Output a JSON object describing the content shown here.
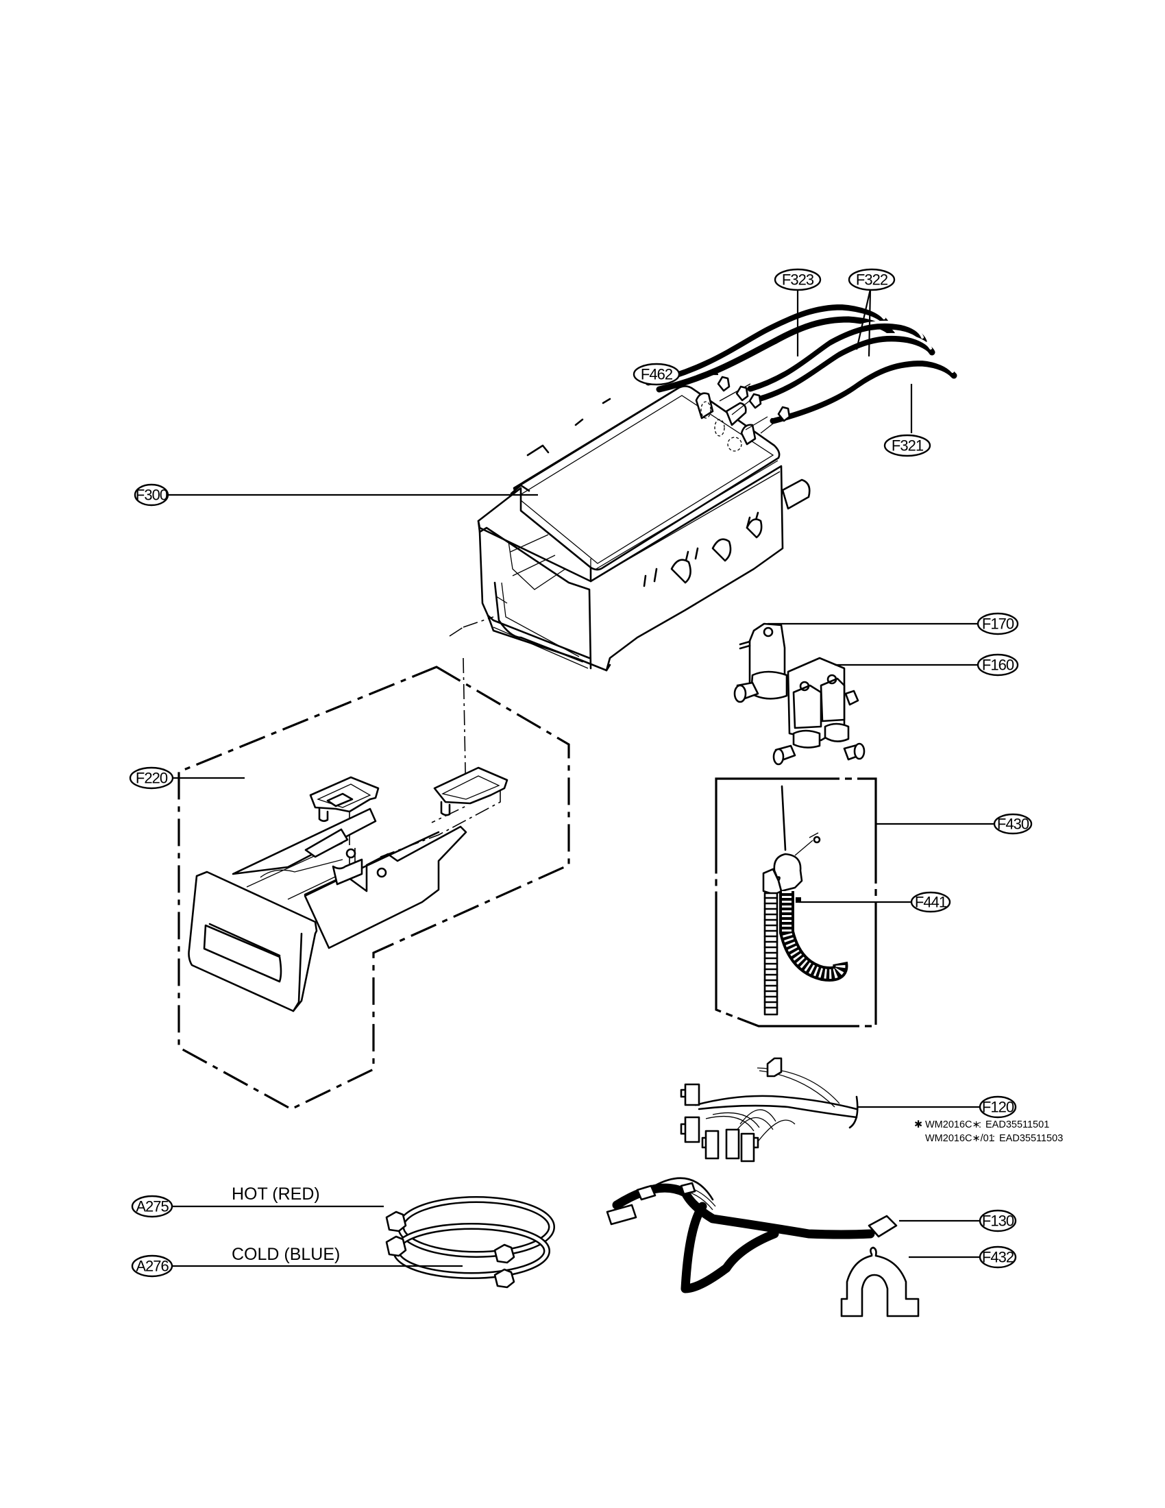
{
  "diagram": {
    "title": "Dispenser / Inlet Valve Assembly Exploded View",
    "callouts": [
      {
        "id": "F323",
        "part": "hose"
      },
      {
        "id": "F322",
        "part": "hose"
      },
      {
        "id": "F462",
        "part": "hose-clamp"
      },
      {
        "id": "F321",
        "part": "hose"
      },
      {
        "id": "F300",
        "part": "dispenser-housing"
      },
      {
        "id": "F170",
        "part": "inlet-valve-single"
      },
      {
        "id": "F160",
        "part": "inlet-valve-double"
      },
      {
        "id": "F220",
        "part": "dispenser-drawer-assembly"
      },
      {
        "id": "F430",
        "part": "drain-hose-assembly"
      },
      {
        "id": "F441",
        "part": "hose-clamp"
      },
      {
        "id": "F120",
        "part": "wire-harness"
      },
      {
        "id": "A275",
        "part": "inlet-hose-hot"
      },
      {
        "id": "A276",
        "part": "inlet-hose-cold"
      },
      {
        "id": "F130",
        "part": "wire-harness"
      },
      {
        "id": "F432",
        "part": "bracket"
      }
    ],
    "captions": {
      "hot": "HOT (RED)",
      "cold": "COLD (BLUE)"
    },
    "note": {
      "symbol": "✱",
      "lines": [
        {
          "model": "WM2016C∗",
          "separator": ":",
          "part_no": "EAD35511501"
        },
        {
          "model": "WM2016C∗/01",
          "separator": ":",
          "part_no": "EAD35511503"
        }
      ]
    }
  }
}
